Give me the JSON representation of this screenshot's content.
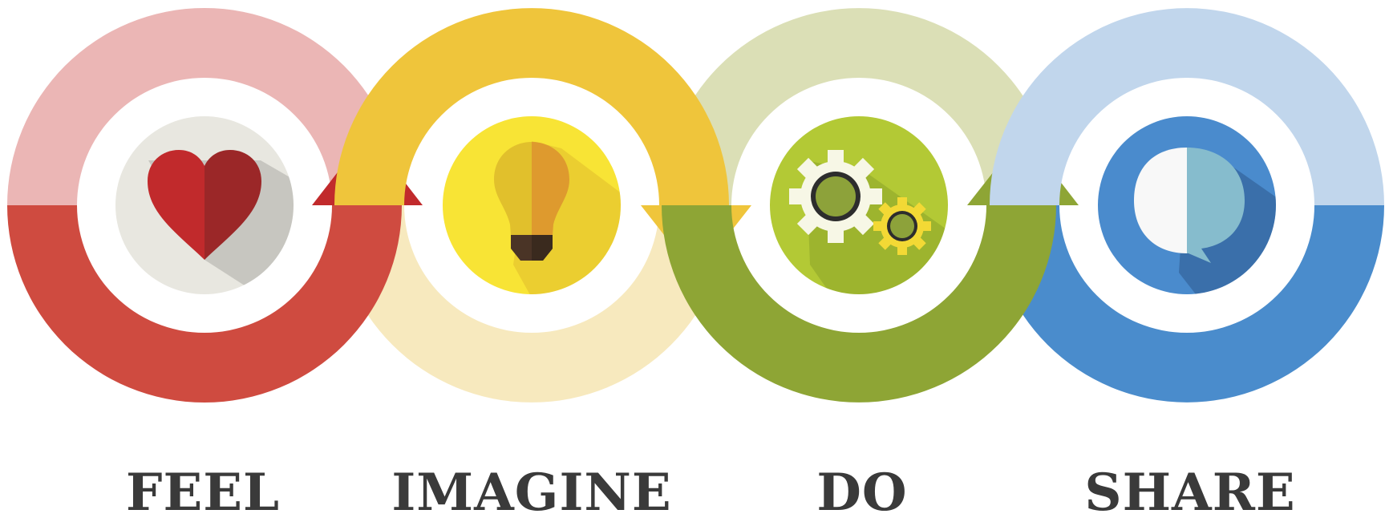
{
  "steps": [
    {
      "label": "FEEL",
      "icon": "heart-icon",
      "color": "#cf4b40",
      "light": "#ebb6b5",
      "icon_bg": "#e8e7e0",
      "icon_main": "#c12a2c",
      "icon_dark": "#9b2728"
    },
    {
      "label": "IMAGINE",
      "icon": "lightbulb-icon",
      "color": "#efc53b",
      "light": "#f7e9be",
      "icon_bg": "#f8e435",
      "icon_main": "#e1c02c",
      "icon_dark": "#de9a2e"
    },
    {
      "label": "DO",
      "icon": "gears-icon",
      "color": "#8ea535",
      "light": "#dbdfb6",
      "icon_bg": "#b3c935",
      "icon_main": "#f7f7e6",
      "icon_dark": "#8da23a"
    },
    {
      "label": "SHARE",
      "icon": "speech-bubble-icon",
      "color": "#4a8ccc",
      "light": "#c1d6ec",
      "icon_bg": "#4a8bcd",
      "icon_main": "#f8f8f8",
      "icon_dark": "#86bccd"
    }
  ]
}
